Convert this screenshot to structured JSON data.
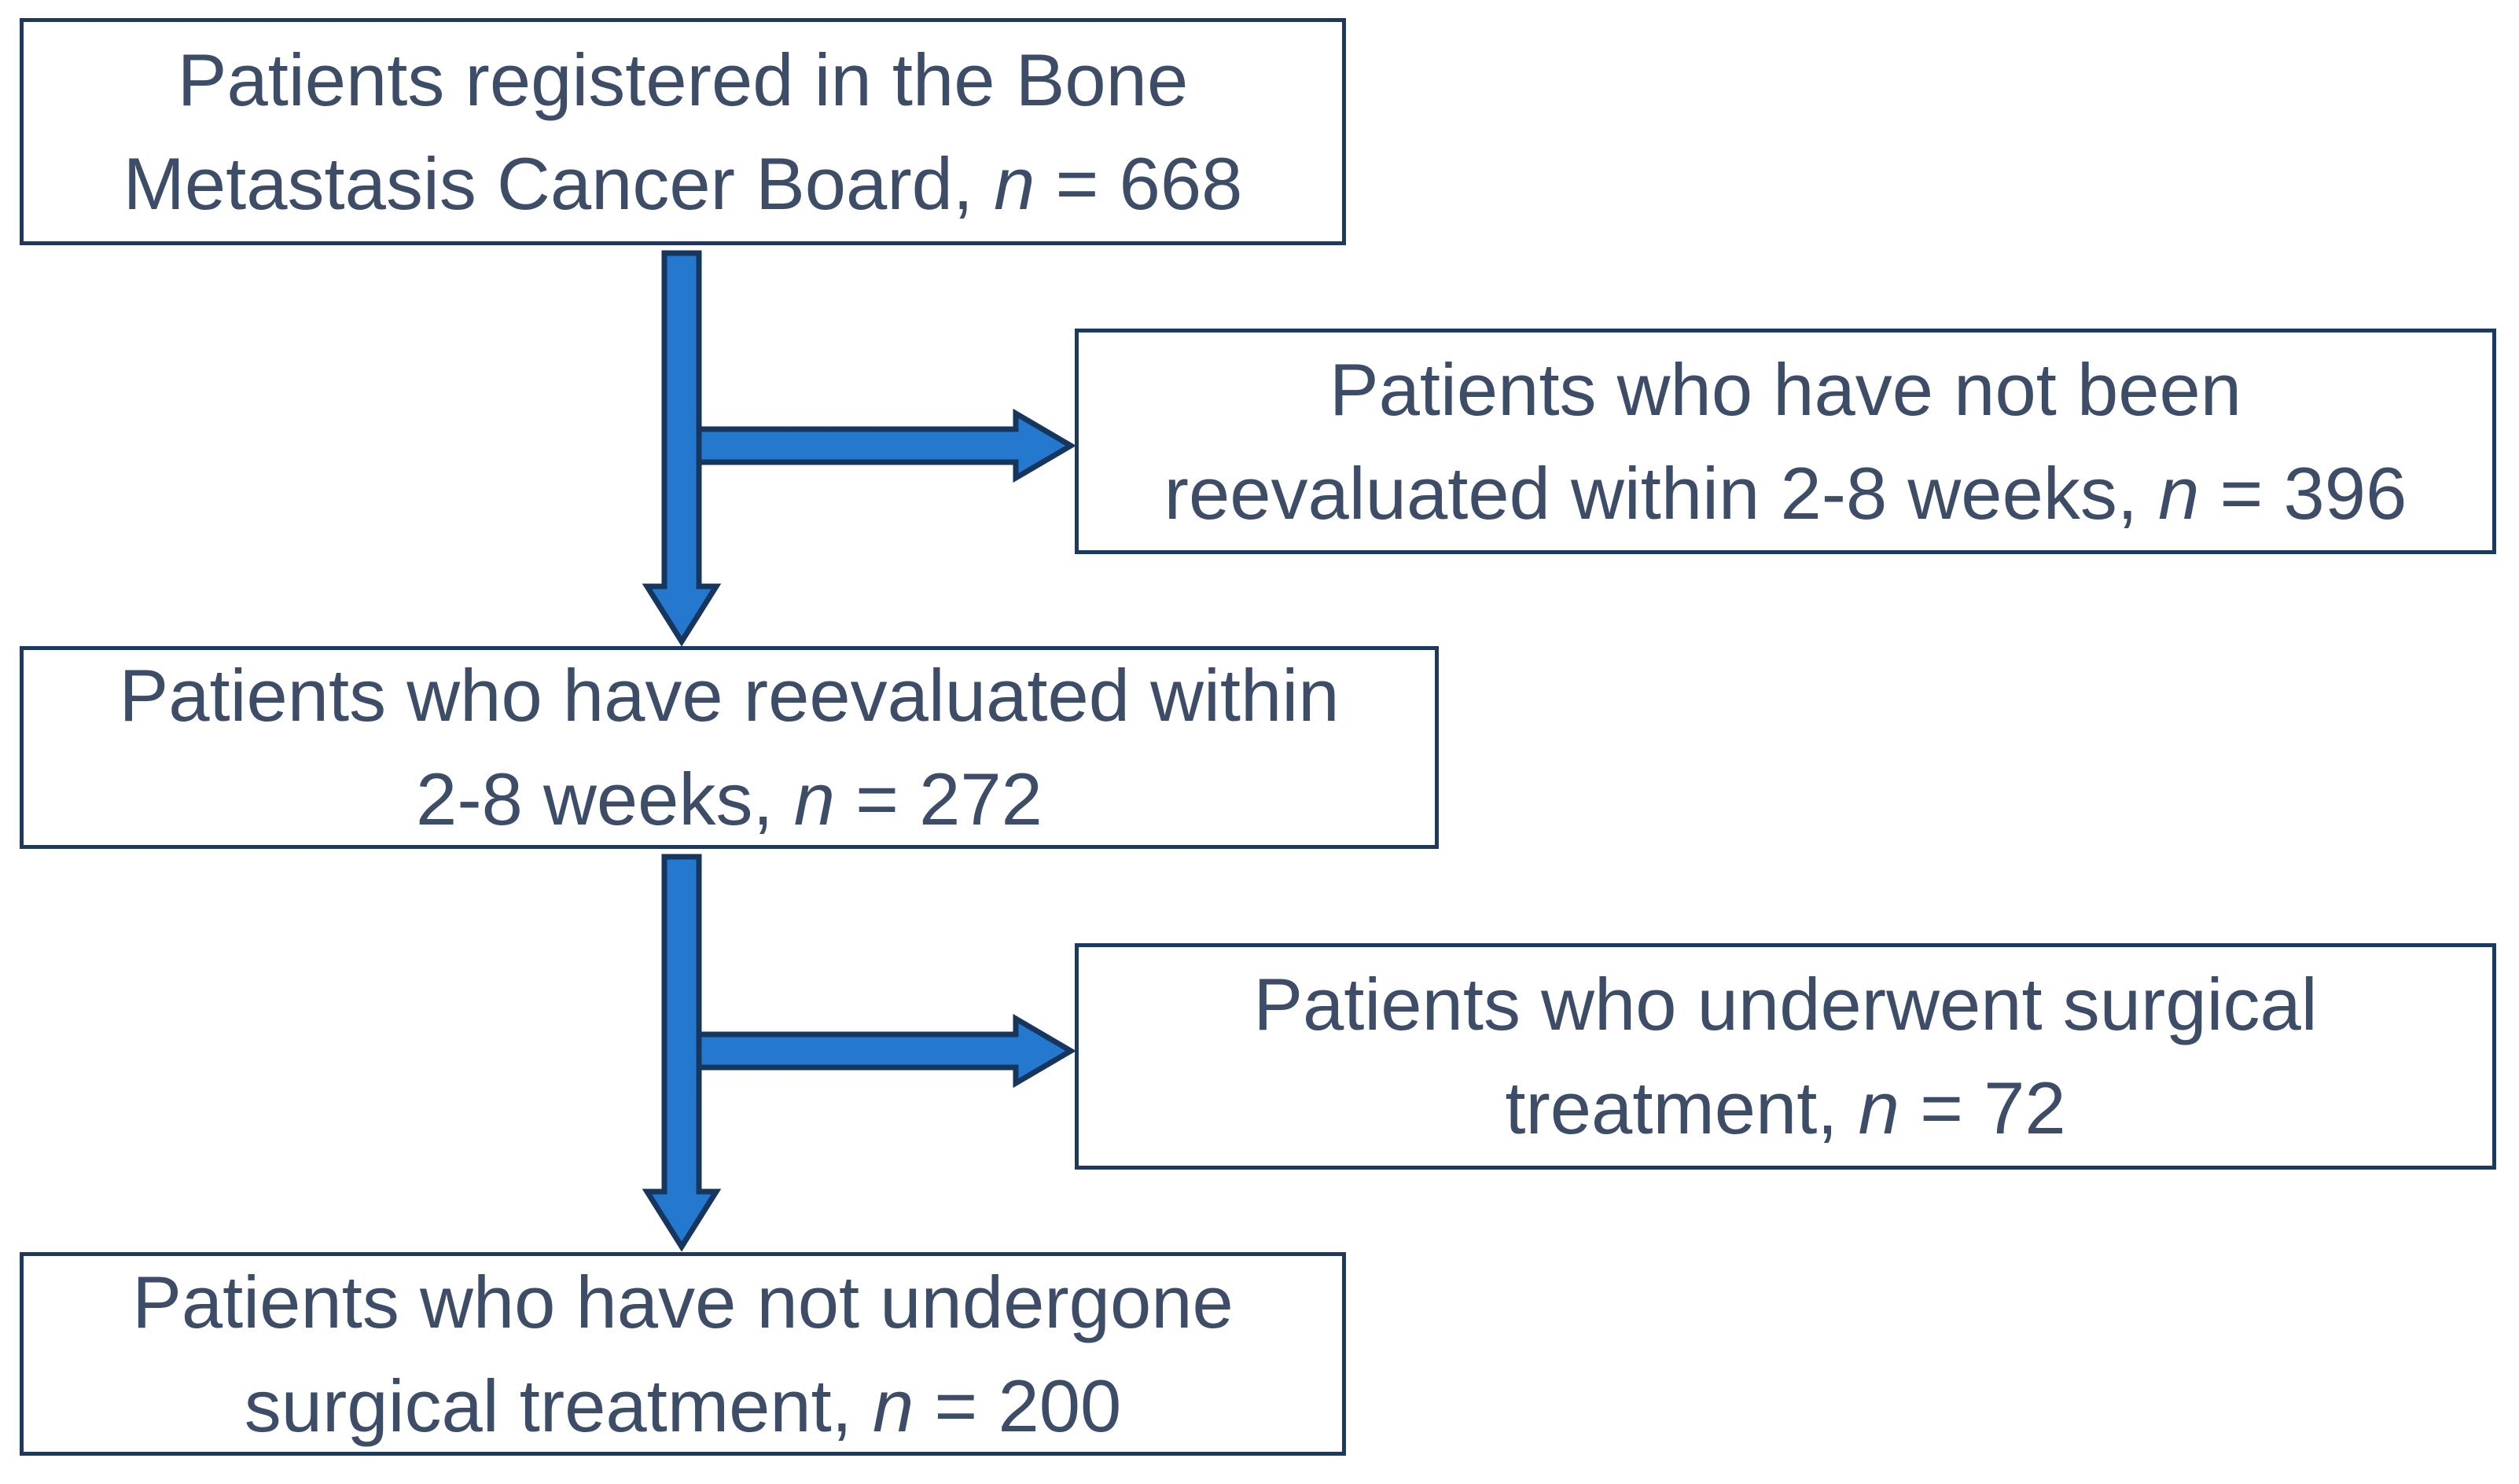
{
  "diagram": {
    "type": "patient-flowchart",
    "colors": {
      "background": "#ffffff",
      "box_fill": "#ffffff",
      "box_border": "#1C3A61",
      "text": "#3D4D68",
      "arrow_fill": "#2478CE",
      "arrow_outline": "#16365E"
    },
    "nodes": [
      {
        "id": "registered",
        "n_value": 668,
        "lines": [
          {
            "text": "Patients registered in the Bone"
          },
          {
            "text": "Metastasis Cancer Board, ",
            "n": "n",
            "tail": " = 668"
          }
        ]
      },
      {
        "id": "not-reevaluated",
        "n_value": 396,
        "lines": [
          {
            "text": "Patients who have not been"
          },
          {
            "text": "reevaluated within 2-8 weeks, ",
            "n": "n",
            "tail": " = 396"
          }
        ]
      },
      {
        "id": "reevaluated",
        "n_value": 272,
        "lines": [
          {
            "text": "Patients who have reevaluated within"
          },
          {
            "text": "2-8 weeks, ",
            "n": "n",
            "tail": " = 272"
          }
        ]
      },
      {
        "id": "surgical-treatment",
        "n_value": 72,
        "lines": [
          {
            "text": "Patients who underwent surgical"
          },
          {
            "text": "treatment, ",
            "n": "n",
            "tail": " = 72"
          }
        ]
      },
      {
        "id": "no-surgical-treatment",
        "n_value": 200,
        "lines": [
          {
            "text": "Patients who have not undergone"
          },
          {
            "text": "surgical treatment, ",
            "n": "n",
            "tail": " = 200"
          }
        ]
      }
    ],
    "edges": [
      {
        "from": "registered",
        "to": "reevaluated"
      },
      {
        "from": "registered",
        "to": "not-reevaluated"
      },
      {
        "from": "reevaluated",
        "to": "no-surgical-treatment"
      },
      {
        "from": "reevaluated",
        "to": "surgical-treatment"
      }
    ]
  }
}
